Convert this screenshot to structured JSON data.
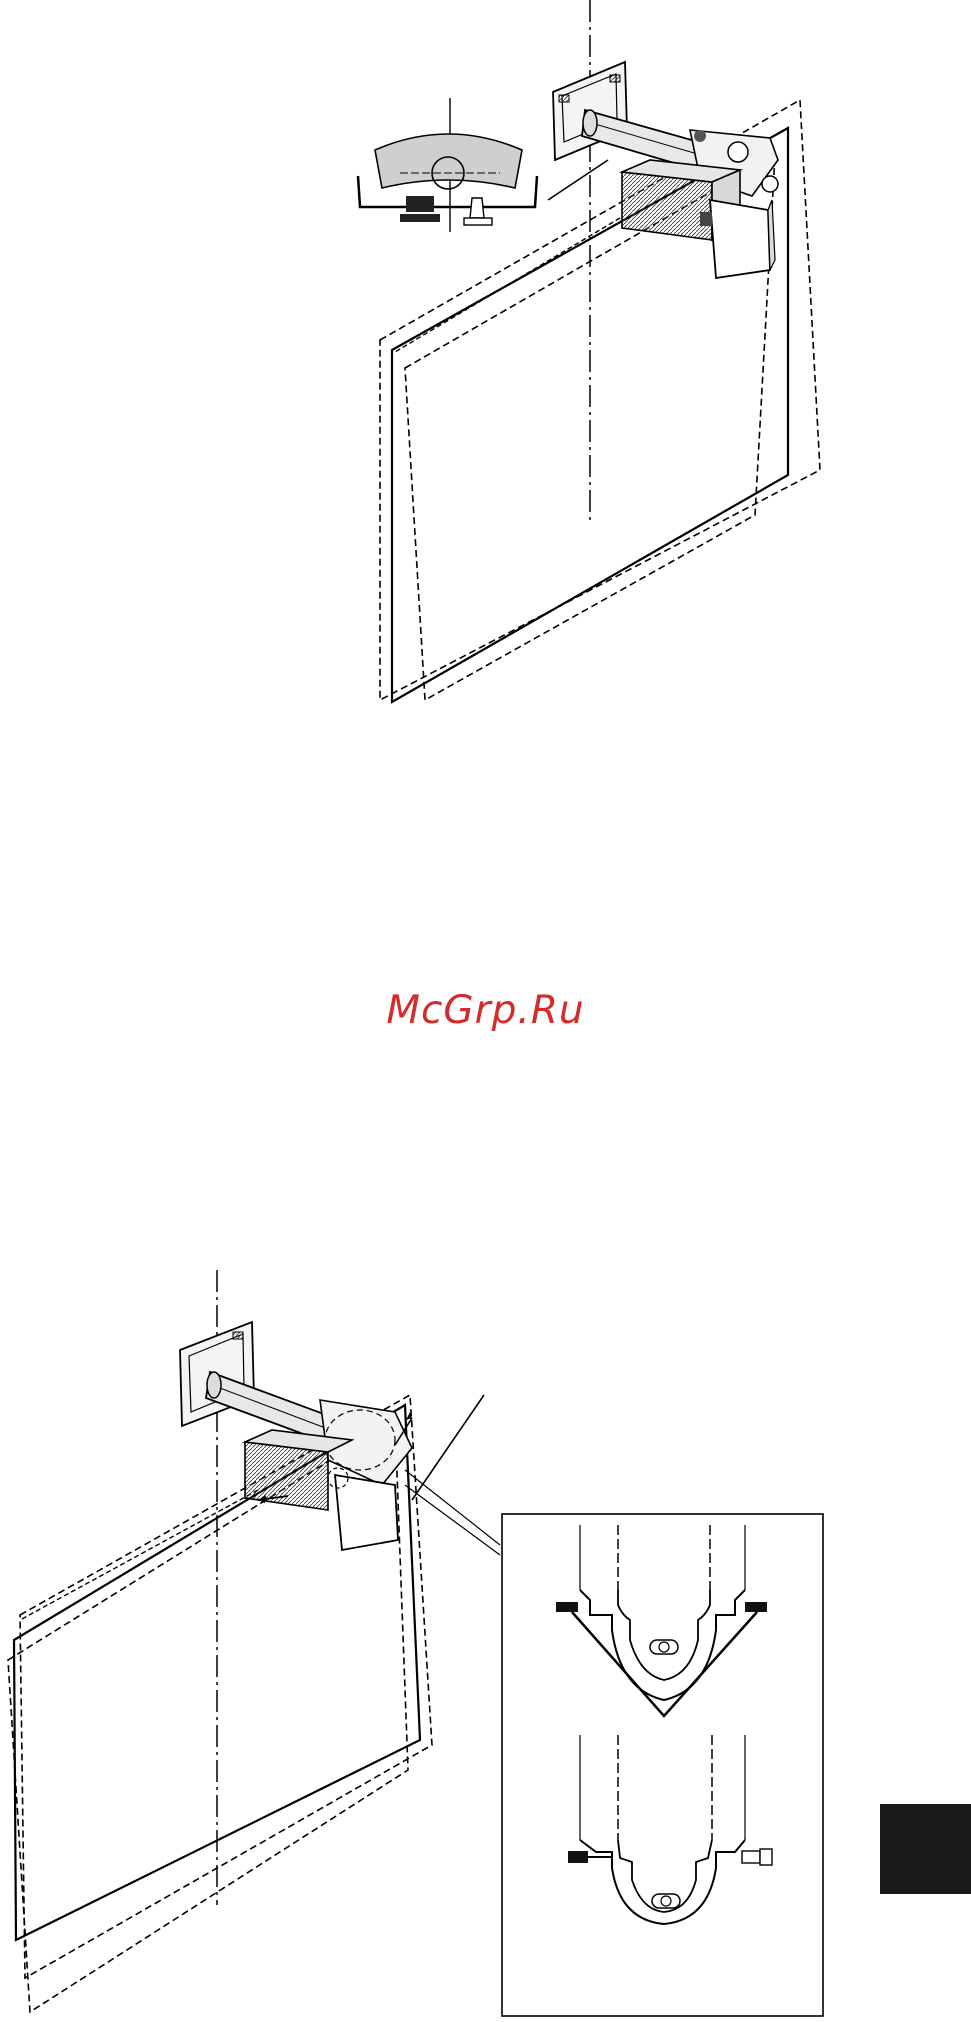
{
  "watermark": {
    "text": "McGrp.Ru",
    "color": "#d42b2b"
  },
  "figures": [
    {
      "name": "projector-wall-mount-vertical-adjustment",
      "icons": [
        "projector-icon",
        "wall-mount-arm-icon",
        "level-gauge-icon"
      ]
    },
    {
      "name": "projector-wall-mount-rotation-adjustment",
      "icons": [
        "projector-icon",
        "wall-mount-arm-icon",
        "bracket-screw-detail-icon"
      ]
    }
  ],
  "side_tab": {
    "color": "#1a1a1a"
  }
}
